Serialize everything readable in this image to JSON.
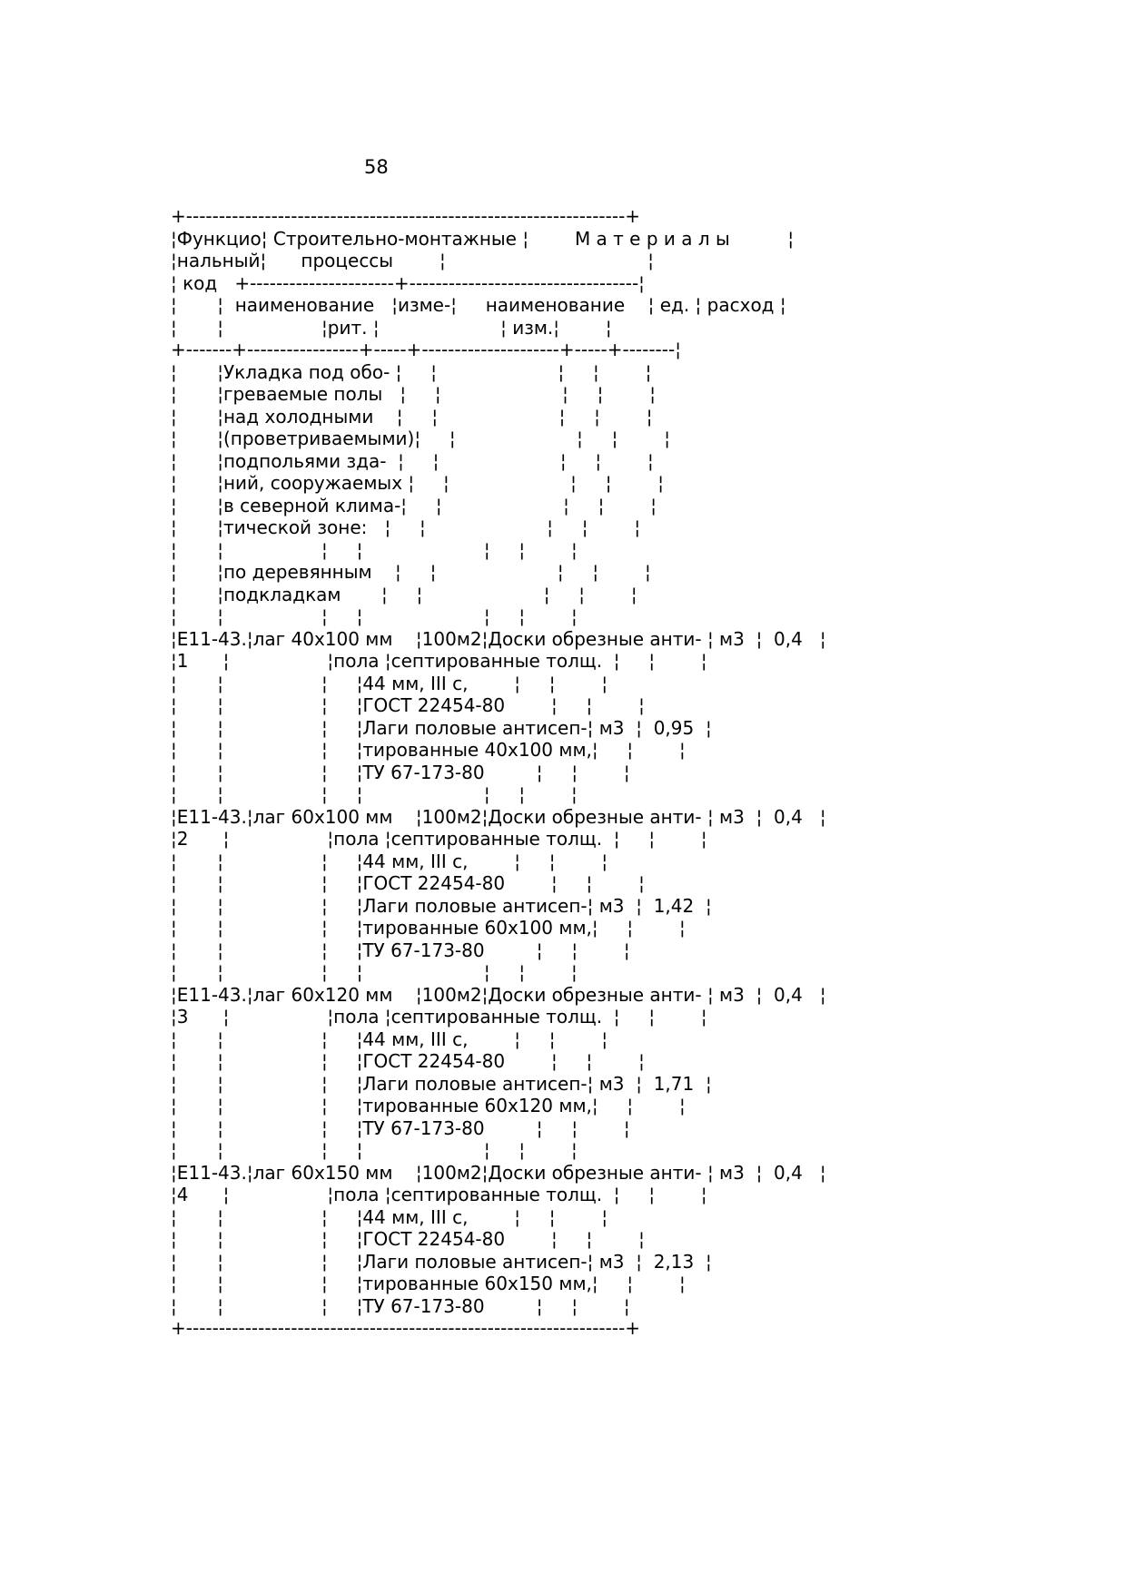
{
  "page": {
    "page_number": "58"
  },
  "table_lines": [
    "+-------------------------------------------------------------------+",
    "¦Функцио¦ Строительно-монтажные ¦        М а т е р и а л ы          ¦",
    "¦нальный¦      процессы        ¦                                   ¦",
    "¦ код   +----------------------+-----------------------------------¦",
    "¦       ¦  наименование   ¦изме-¦     наименование    ¦ ед. ¦ расход ¦",
    "¦       ¦                 ¦рит. ¦                     ¦ изм.¦        ¦",
    "+-------+-----------------+-----+---------------------+-----+--------¦",
    "¦       ¦Укладка под обо- ¦     ¦                     ¦     ¦        ¦",
    "¦       ¦греваемые полы   ¦     ¦                     ¦     ¦        ¦",
    "¦       ¦над холодными    ¦     ¦                     ¦     ¦        ¦",
    "¦       ¦(проветриваемыми)¦     ¦                     ¦     ¦        ¦",
    "¦       ¦подпольями зда-  ¦     ¦                     ¦     ¦        ¦",
    "¦       ¦ний, сооружаемых ¦     ¦                     ¦     ¦        ¦",
    "¦       ¦в северной клима-¦     ¦                     ¦     ¦        ¦",
    "¦       ¦тической зоне:   ¦     ¦                     ¦     ¦        ¦",
    "¦       ¦                 ¦     ¦                     ¦     ¦        ¦",
    "¦       ¦по деревянным    ¦     ¦                     ¦     ¦        ¦",
    "¦       ¦подкладкам       ¦     ¦                     ¦     ¦        ¦",
    "¦       ¦                 ¦     ¦                     ¦     ¦        ¦",
    "¦Е11-43.¦лаг 40х100 мм    ¦100м2¦Доски обрезные анти- ¦ м3  ¦  0,4   ¦",
    "¦1      ¦                 ¦пола ¦септированные толщ.  ¦     ¦        ¦",
    "¦       ¦                 ¦     ¦44 мм, III с,        ¦     ¦        ¦",
    "¦       ¦                 ¦     ¦ГОСТ 22454-80        ¦     ¦        ¦",
    "¦       ¦                 ¦     ¦Лаги половые антисеп-¦ м3  ¦  0,95  ¦",
    "¦       ¦                 ¦     ¦тированные 40х100 мм,¦     ¦        ¦",
    "¦       ¦                 ¦     ¦ТУ 67-173-80         ¦     ¦        ¦",
    "¦       ¦                 ¦     ¦                     ¦     ¦        ¦",
    "¦Е11-43.¦лаг 60х100 мм    ¦100м2¦Доски обрезные анти- ¦ м3  ¦  0,4   ¦",
    "¦2      ¦                 ¦пола ¦септированные толщ.  ¦     ¦        ¦",
    "¦       ¦                 ¦     ¦44 мм, III с,        ¦     ¦        ¦",
    "¦       ¦                 ¦     ¦ГОСТ 22454-80        ¦     ¦        ¦",
    "¦       ¦                 ¦     ¦Лаги половые антисеп-¦ м3  ¦  1,42  ¦",
    "¦       ¦                 ¦     ¦тированные 60х100 мм,¦     ¦        ¦",
    "¦       ¦                 ¦     ¦ТУ 67-173-80         ¦     ¦        ¦",
    "¦       ¦                 ¦     ¦                     ¦     ¦        ¦",
    "¦Е11-43.¦лаг 60х120 мм    ¦100м2¦Доски обрезные анти- ¦ м3  ¦  0,4   ¦",
    "¦3      ¦                 ¦пола ¦септированные толщ.  ¦     ¦        ¦",
    "¦       ¦                 ¦     ¦44 мм, III с,        ¦     ¦        ¦",
    "¦       ¦                 ¦     ¦ГОСТ 22454-80        ¦     ¦        ¦",
    "¦       ¦                 ¦     ¦Лаги половые антисеп-¦ м3  ¦  1,71  ¦",
    "¦       ¦                 ¦     ¦тированные 60х120 мм,¦     ¦        ¦",
    "¦       ¦                 ¦     ¦ТУ 67-173-80         ¦     ¦        ¦",
    "¦       ¦                 ¦     ¦                     ¦     ¦        ¦",
    "¦Е11-43.¦лаг 60х150 мм    ¦100м2¦Доски обрезные анти- ¦ м3  ¦  0,4   ¦",
    "¦4      ¦                 ¦пола ¦септированные толщ.  ¦     ¦        ¦",
    "¦       ¦                 ¦     ¦44 мм, III с,        ¦     ¦        ¦",
    "¦       ¦                 ¦     ¦ГОСТ 22454-80        ¦     ¦        ¦",
    "¦       ¦                 ¦     ¦Лаги половые антисеп-¦ м3  ¦  2,13  ¦",
    "¦       ¦                 ¦     ¦тированные 60х150 мм,¦     ¦        ¦",
    "¦       ¦                 ¦     ¦ТУ 67-173-80         ¦     ¦        ¦",
    "+-------------------------------------------------------------------+"
  ]
}
